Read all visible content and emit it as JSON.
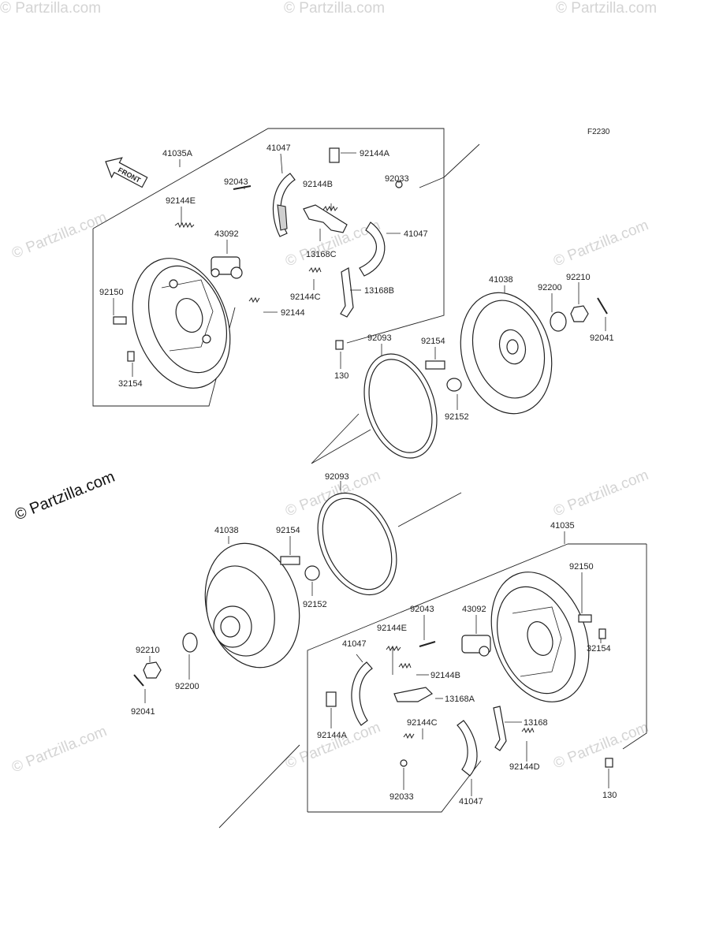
{
  "figure_code": "F2230",
  "front_label": "FRONT",
  "brand_watermark": "© Partzilla.com",
  "tile_watermark": "© Partzilla.com",
  "labels": {
    "l41035A": "41035A",
    "l41047_top": "41047",
    "l92144A_top": "92144A",
    "l92043_top": "92043",
    "l92144B_top": "92144B",
    "l92033_top": "92033",
    "l92144E_top": "92144E",
    "l43092_top": "43092",
    "l41047_top2": "41047",
    "l13168C": "13168C",
    "l92150_top": "92150",
    "l92144C_top": "92144C",
    "l13168B": "13168B",
    "l92144_top": "92144",
    "l32154_top": "32154",
    "l130_top": "130",
    "l92093_top": "92093",
    "l92154_top": "92154",
    "l41038_top": "41038",
    "l92200_top": "92200",
    "l92210_top": "92210",
    "l92041_top": "92041",
    "l92152_top": "92152",
    "l92093_bot": "92093",
    "l41038_bot": "41038",
    "l92154_bot": "92154",
    "l92152_bot": "92152",
    "l41035": "41035",
    "l92150_bot": "92150",
    "l92043_bot": "92043",
    "l43092_bot": "43092",
    "l92144E_bot": "92144E",
    "l41047_bot": "41047",
    "l32154_bot": "32154",
    "l92210_bot": "92210",
    "l92144B_bot": "92144B",
    "l13168A": "13168A",
    "l92200_bot": "92200",
    "l92041_bot": "92041",
    "l92144A_bot": "92144A",
    "l92144C_bot": "92144C",
    "l13168": "13168",
    "l92144D": "92144D",
    "l92033_bot": "92033",
    "l41047_bot2": "41047",
    "l130_bot": "130"
  }
}
